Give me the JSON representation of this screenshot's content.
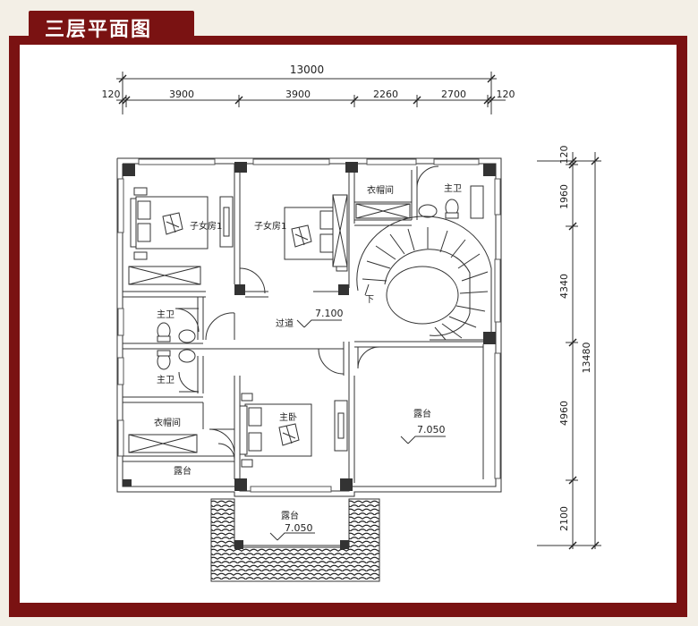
{
  "header": {
    "title": "三层平面图"
  },
  "dimensions": {
    "top_total": "13000",
    "top": [
      "120",
      "3900",
      "3900",
      "2260",
      "2700",
      "120"
    ],
    "right_total": "13480",
    "right": [
      "120",
      "1960",
      "4340",
      "4960",
      "2100"
    ]
  },
  "rooms": {
    "child_room_1": "子女房1",
    "child_room_2": "子女房1",
    "closet_top": "衣帽间",
    "master_bath_top": "主卫",
    "bath_left_upper": "主卫",
    "bath_left_lower": "主卫",
    "corridor": "过道",
    "corridor_level": "7.100",
    "stair_down": "下",
    "closet_left": "衣帽间",
    "master_bedroom": "主卧",
    "terrace_right": "露台",
    "terrace_right_level": "7.050",
    "terrace_left": "露台",
    "terrace_bottom": "露台",
    "terrace_bottom_level": "7.050"
  },
  "colors": {
    "frame": "#7a1212",
    "paper": "#ffffff",
    "line": "#333333"
  }
}
